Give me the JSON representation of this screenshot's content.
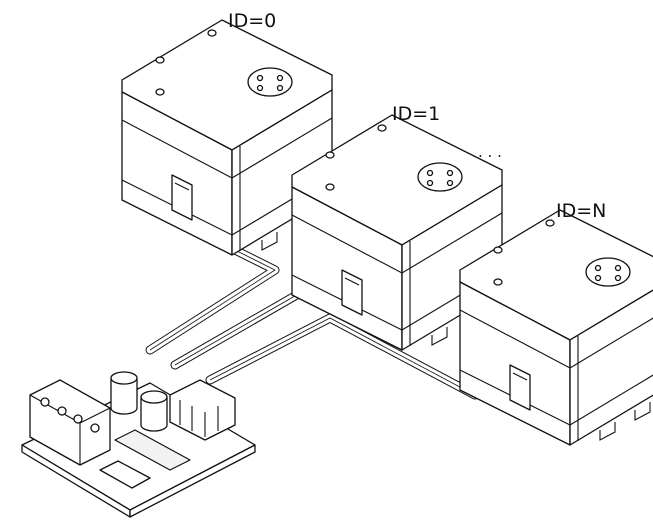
{
  "diagram": {
    "labels": {
      "servo_0": "ID=0",
      "servo_1": "ID=1",
      "ellipsis": ". . .",
      "servo_n": "ID=N"
    },
    "servos": [
      {
        "id_label": "ID=0"
      },
      {
        "id_label": "ID=1"
      },
      {
        "id_label": "ID=N"
      }
    ],
    "line_color": "#111111",
    "background": "#ffffff"
  }
}
